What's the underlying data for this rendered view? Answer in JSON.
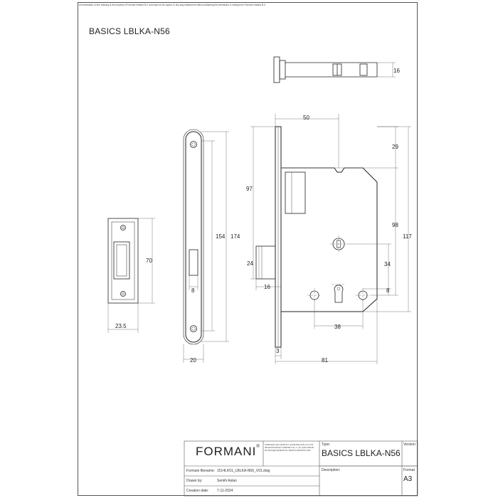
{
  "notice": "All information on the drawing is the property of Formani Holland B.V. and may not be copied, in any way whatsoever without obtaining the permission in writing from Formani Holland B.V.",
  "title": "BASICS LBLKA-N56",
  "dimensions": {
    "d16_top": "16",
    "d50": "50",
    "d29": "29",
    "d97": "97",
    "d154": "154",
    "d174": "174",
    "d98": "98",
    "d117": "117",
    "d70": "70",
    "d24": "24",
    "d34": "34",
    "d16_side": "16",
    "d8_strike": "8",
    "d8_right": "8",
    "d38": "38",
    "d23_5": "23.5",
    "d20": "20",
    "d3": "3",
    "d81": "81"
  },
  "title_block": {
    "logo": "FORMANI",
    "logo_mark": "®",
    "company_lines": "FORMANI HOLLAND B.V. EUROPALAAN 12 5 PR 4B MAASTRICHT-AIRPORT NL T +31 (0)43 308 80 60 INFO@FORMANI.NL WWW.FORMANI.COM",
    "type_label": "Type:",
    "type_value": "BASICS LBLKA-N56",
    "version_label": "Version:",
    "filename_label": "Formani filename:",
    "filename_value": "1514LK01_LBLKA-N56_V01.dwg",
    "description_label": "Description:",
    "format_label": "Format",
    "format_value": "A3",
    "drawn_label": "Drawn by:",
    "drawn_value": "Semih Aslan",
    "creation_label": "Creation date:",
    "creation_value": "7-11-2024"
  }
}
